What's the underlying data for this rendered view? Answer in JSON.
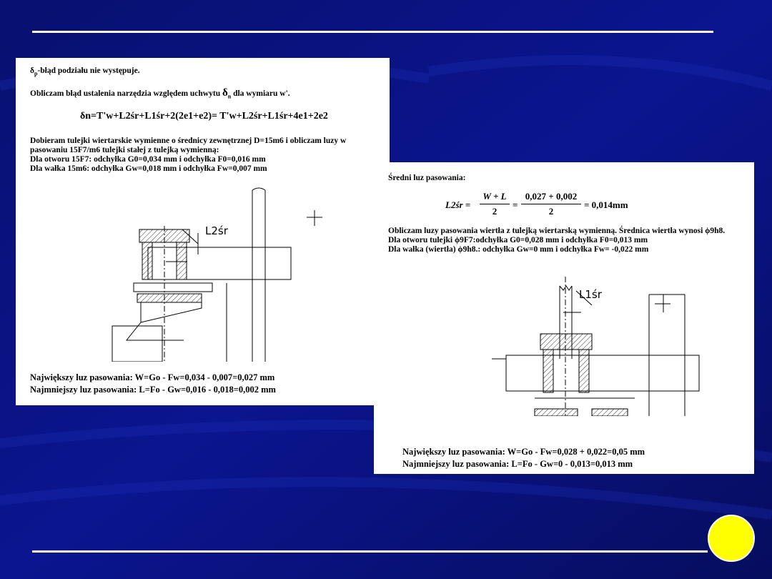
{
  "colors": {
    "background": "#0a0f7a",
    "panel": "#ffffff",
    "accent_dot": "#ffff00"
  },
  "left_panel": {
    "line1": "δ",
    "line1_sub": "p",
    "line1_rest": "-błąd podziału nie występuje.",
    "line2a": "Obliczam błąd ustalenia narzędzia względem uchwytu ",
    "line2_delta": "δ",
    "line2_sub": "n",
    "line2b": " dla wymiaru w'.",
    "formula": "δn=T'w+L2śr+L1śr+2(2e1+e2)= T'w+L2śr+L1śr+4e1+2e2",
    "para1": "Dobieram tulejki wiertarskie wymienne o średnicy zewnętrznej D=15m6 i obliczam luzy w",
    "para2": "pasowaniu 15F7/m6 tulejki stałej z tulejką wymienną:",
    "para3": "Dla otworu 15F7: odchyłka G0=0,034 mm i odchyłka  F0=0,016 mm",
    "para4": "Dla wałka 15m6: odchyłka Gw=0,018 mm i odchyłka Fw=0,007 mm",
    "drawing_label": "L2śr",
    "result1": "Największy luz pasowania: W=Go - Fw=0,034 - 0,007=0,027 mm",
    "result2": "Najmniejszy luz pasowania: L=Fo - Gw=0,016 - 0,018=0,002 mm"
  },
  "right_panel": {
    "title": "Średni luz pasowania:",
    "eq_lhs": "L2śr =",
    "eq_frac1_num": "W + L",
    "eq_frac1_den": "2",
    "eq_frac2_num": "0,027 + 0,002",
    "eq_frac2_den": "2",
    "eq_result": "= 0,014mm",
    "para1": "Obliczam luzy pasowania wiertła z tulejką wiertarską wymienną. Średnica wiertła wynosi ϕ9h8.",
    "para2": "Dla otworu tulejki ϕ9F7:odchyłka G0=0,028 mm i odchyłka  F0=0,013 mm",
    "para3": "Dla wałka (wiertła) ϕ9h8.: odchyłka Gw=0 mm i odchyłka Fw= -0,022 mm",
    "drawing_label": "L1śr",
    "result1": "Największy luz pasowania: W=Go - Fw=0,028 + 0,022=0,05 mm",
    "result2": "Najmniejszy luz pasowania: L=Fo - Gw=0 - 0,013=0,013 mm"
  }
}
